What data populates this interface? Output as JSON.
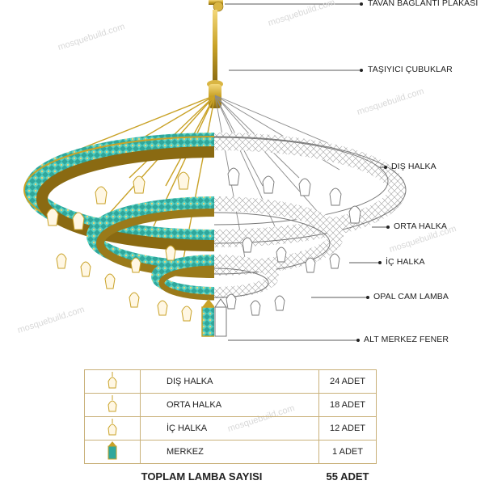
{
  "callouts": {
    "ceiling_plate": "TAVAN BAĞLANTI PLAKASI",
    "support_rods": "TAŞIYICI ÇUBUKLAR",
    "outer_ring": "DIŞ HALKA",
    "middle_ring": "ORTA HALKA",
    "inner_ring": "İÇ HALKA",
    "opal_lamp": "OPAL CAM LAMBA",
    "center_lantern": "ALT MERKEZ FENER"
  },
  "watermark": "mosquebuild.com",
  "table": {
    "rows": [
      {
        "name": "DIŞ HALKA",
        "count": "24 ADET",
        "icon": "pendant-lamp-icon"
      },
      {
        "name": "ORTA HALKA",
        "count": "18 ADET",
        "icon": "pendant-lamp-icon"
      },
      {
        "name": "İÇ HALKA",
        "count": "12 ADET",
        "icon": "pendant-lamp-icon"
      },
      {
        "name": "MERKEZ",
        "count": "1 ADET",
        "icon": "lantern-icon"
      }
    ],
    "total_label": "TOPLAM LAMBA SAYISI",
    "total_count": "55 ADET"
  },
  "colors": {
    "gold": "#c9a227",
    "turquoise": "#3bb8ad",
    "line_art": "#8a8a8a"
  }
}
